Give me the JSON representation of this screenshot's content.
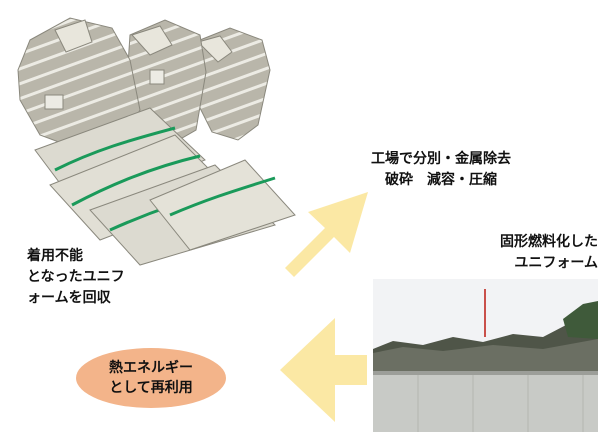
{
  "step_factory": {
    "line1": "工場で分別・金属除去",
    "line2": "破砕　減容・圧縮"
  },
  "collect_label": {
    "line1": "着用不能",
    "line2": "となったユニフ",
    "line3": "ォームを回収"
  },
  "fuel_label": {
    "line1": "固形燃料化した",
    "line2": "ユニフォーム"
  },
  "heat_label": {
    "line1": "熱エネルギー",
    "line2": "として再利用"
  },
  "colors": {
    "arrow": "#fbe8a4",
    "ellipse": "#f3b48a",
    "stripe": "#1a9a5a",
    "fabric": "#dcdad0"
  }
}
